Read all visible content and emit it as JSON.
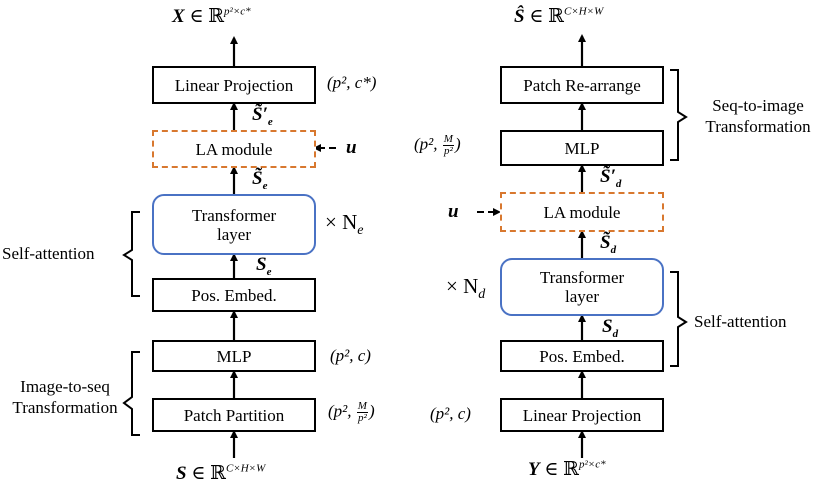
{
  "left": {
    "top_output": {
      "var": "X",
      "set": "∈ ℝ",
      "exp": "p²×c*"
    },
    "linear_projection": {
      "label": "Linear Projection",
      "dim": "(p², c*)"
    },
    "s_e_prime": {
      "var": "S̃",
      "prime": "′",
      "sub": "e"
    },
    "la_module": {
      "label": "LA module",
      "input": "u"
    },
    "s_e_tilde": {
      "var": "S̃",
      "sub": "e"
    },
    "transformer": {
      "line1": "Transformer",
      "line2": "layer",
      "times": "× N",
      "times_sub": "e"
    },
    "s_e": {
      "var": "S",
      "sub": "e"
    },
    "pos_embed": {
      "label": "Pos. Embed."
    },
    "self_attention": "Self-attention",
    "mlp": {
      "label": "MLP",
      "dim": "(p², c)"
    },
    "image_to_seq": {
      "line1": "Image-to-seq",
      "line2": "Transformation"
    },
    "patch_partition": {
      "label": "Patch Partition",
      "dim_prefix": "(p²,",
      "frac_num": "M",
      "frac_den": "p²",
      "dim_suffix": ")"
    },
    "bottom_input": {
      "var": "S",
      "set": "∈ ℝ",
      "exp": "C×H×W"
    }
  },
  "right": {
    "top_output": {
      "var": "Ŝ",
      "set": "∈ ℝ",
      "exp": "C×H×W"
    },
    "patch_rearrange": {
      "label": "Patch Re-arrange"
    },
    "seq_to_image": {
      "line1": "Seq-to-image",
      "line2": "Transformation"
    },
    "mlp": {
      "label": "MLP",
      "dim_prefix": "(p²,",
      "frac_num": "M",
      "frac_den": "p²",
      "dim_suffix": ")"
    },
    "s_d_prime": {
      "var": "S̃",
      "prime": "′",
      "sub": "d"
    },
    "la_module": {
      "label": "LA module",
      "input": "u"
    },
    "s_d_tilde": {
      "var": "S̃",
      "sub": "d"
    },
    "transformer": {
      "line1": "Transformer",
      "line2": "layer",
      "times": "× N",
      "times_sub": "d"
    },
    "s_d": {
      "var": "S",
      "sub": "d"
    },
    "pos_embed": {
      "label": "Pos. Embed."
    },
    "self_attention": "Self-attention",
    "linear_projection": {
      "label": "Linear Projection",
      "dim": "(p², c)"
    },
    "bottom_input": {
      "var": "Y",
      "set": "∈ ℝ",
      "exp": "p²×c*"
    }
  },
  "colors": {
    "transformer_border": "#4a72c4",
    "la_border": "#d8782f",
    "line": "#000000"
  }
}
